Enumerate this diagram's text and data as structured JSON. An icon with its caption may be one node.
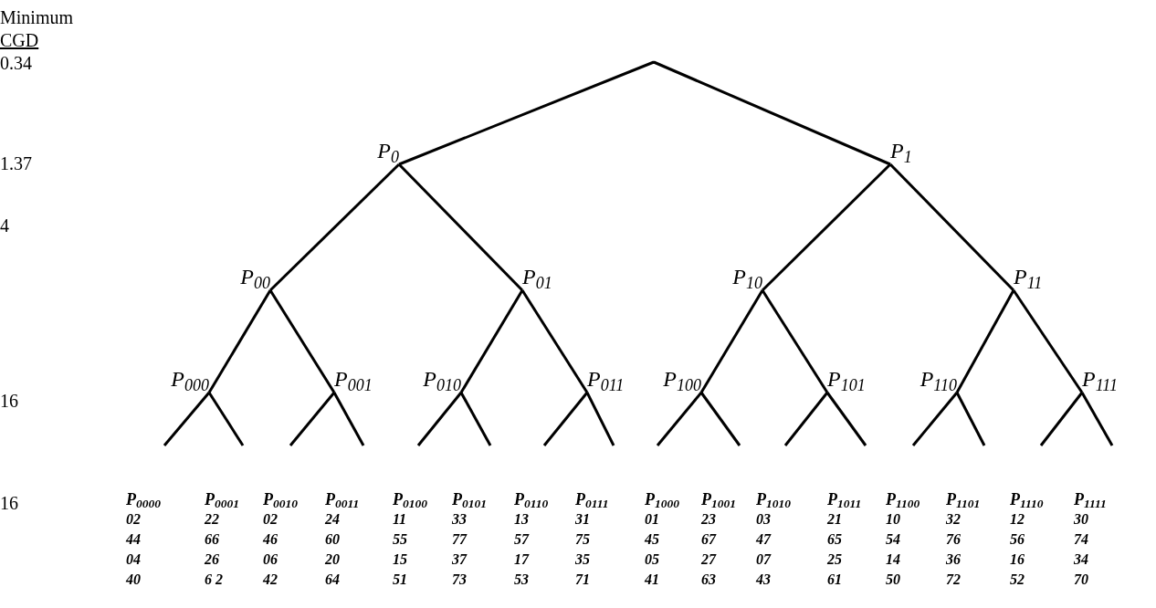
{
  "diagram": {
    "nodes": [
      {
        "text": [],
        "shape": "point"
      },
      {
        "text": [
          "P$_{0}$"
        ]
      },
      {
        "text": [
          "P$_{1}$"
        ]
      },
      {
        "text": [
          "P$_{00}$"
        ]
      },
      {
        "text": [
          "P$_{01}$"
        ]
      },
      {
        "text": [
          "P$_{10}$"
        ]
      },
      {
        "text": [
          "P$_{11}$"
        ]
      },
      {
        "text": [
          "P$_{000}$"
        ]
      },
      {
        "text": [
          "P$_{001}$"
        ]
      },
      {
        "text": [
          "P$_{010}$"
        ]
      },
      {
        "text": [
          "P$_{011}$"
        ]
      },
      {
        "text": [
          "P$_{100}$"
        ]
      },
      {
        "text": [
          "P$_{101}$"
        ]
      },
      {
        "text": [
          "P$_{110}$"
        ]
      },
      {
        "text": [
          "P$_{111}$"
        ]
      },
      {
        "text": [
          "P$_{0000}$",
          "02",
          "44",
          "04",
          "40"
        ]
      },
      {
        "text": [
          "P$_{0001}$",
          "22",
          "66",
          "26",
          "6 2"
        ]
      },
      {
        "text": [
          "P$_{0010}$",
          "02",
          "46",
          "06",
          "42"
        ]
      },
      {
        "text": [
          "P$_{0011}$",
          "24",
          "60",
          "20",
          "64"
        ]
      },
      {
        "text": [
          "P$_{0100}$",
          "11",
          "55",
          "15",
          "51"
        ]
      },
      {
        "text": [
          "P$_{0101}$",
          "33",
          "77",
          "37",
          "73"
        ]
      },
      {
        "text": [
          "P$_{0110}$",
          "13",
          "57",
          "17",
          "53"
        ]
      },
      {
        "text": [
          "P$_{0111}$",
          "31",
          "75",
          "35",
          "71"
        ]
      },
      {
        "text": [
          "P$_{1000}$",
          "01",
          "45",
          "05",
          "41"
        ]
      },
      {
        "text": [
          "P$_{1001}$",
          "23",
          "67",
          "27",
          "63"
        ]
      },
      {
        "text": [
          "P$_{1010}$",
          "03",
          "47",
          "07",
          "43"
        ]
      },
      {
        "text": [
          "P$_{1011}$",
          "21",
          "65",
          "25",
          "61"
        ]
      },
      {
        "text": [
          "P$_{1100}$",
          "10",
          "54",
          "14",
          "50"
        ]
      },
      {
        "text": [
          "P$_{1101}$",
          "32",
          "76",
          "36",
          "72"
        ]
      },
      {
        "text": [
          "P$_{1110}$",
          "12",
          "56",
          "16",
          "52"
        ]
      },
      {
        "text": [
          "P$_{1111}$",
          "30",
          "74",
          "34",
          "70"
        ]
      }
    ],
    "edges": [
      {
        "from": 0,
        "to": 1,
        "arrow": "none"
      },
      {
        "from": 0,
        "to": 2,
        "arrow": "none"
      },
      {
        "from": 1,
        "to": 3,
        "arrow": "none"
      },
      {
        "from": 1,
        "to": 4,
        "arrow": "none"
      },
      {
        "from": 2,
        "to": 5,
        "arrow": "none"
      },
      {
        "from": 2,
        "to": 6,
        "arrow": "none"
      },
      {
        "from": 3,
        "to": 7,
        "arrow": "none"
      },
      {
        "from": 3,
        "to": 8,
        "arrow": "none"
      },
      {
        "from": 4,
        "to": 9,
        "arrow": "none"
      },
      {
        "from": 4,
        "to": 10,
        "arrow": "none"
      },
      {
        "from": 5,
        "to": 11,
        "arrow": "none"
      },
      {
        "from": 5,
        "to": 12,
        "arrow": "none"
      },
      {
        "from": 6,
        "to": 13,
        "arrow": "none"
      },
      {
        "from": 6,
        "to": 14,
        "arrow": "none"
      },
      {
        "from": 7,
        "to": 15,
        "arrow": "none"
      },
      {
        "from": 7,
        "to": 16,
        "arrow": "none"
      },
      {
        "from": 8,
        "to": 17,
        "arrow": "none"
      },
      {
        "from": 8,
        "to": 18,
        "arrow": "none"
      },
      {
        "from": 9,
        "to": 19,
        "arrow": "none"
      },
      {
        "from": 9,
        "to": 20,
        "arrow": "none"
      },
      {
        "from": 10,
        "to": 21,
        "arrow": "none"
      },
      {
        "from": 10,
        "to": 22,
        "arrow": "none"
      },
      {
        "from": 11,
        "to": 23,
        "arrow": "none"
      },
      {
        "from": 11,
        "to": 24,
        "arrow": "none"
      },
      {
        "from": 12,
        "to": 25,
        "arrow": "none"
      },
      {
        "from": 12,
        "to": 26,
        "arrow": "none"
      },
      {
        "from": 13,
        "to": 27,
        "arrow": "none"
      },
      {
        "from": 13,
        "to": 28,
        "arrow": "none"
      },
      {
        "from": 14,
        "to": 29,
        "arrow": "none"
      },
      {
        "from": 14,
        "to": 30,
        "arrow": "none"
      }
    ],
    "labels": [
      "Minimum",
      "CGD",
      "0.34",
      "1.37",
      "4",
      "16",
      "16"
    ]
  }
}
